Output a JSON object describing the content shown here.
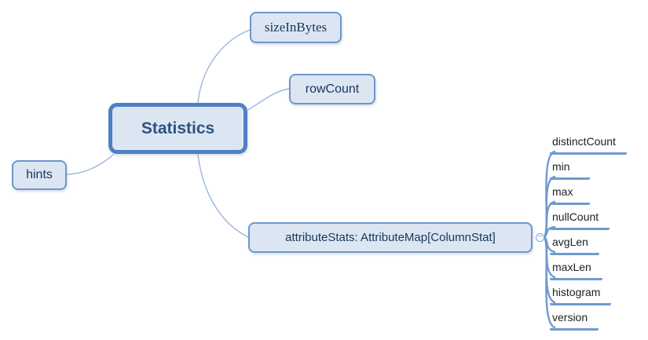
{
  "diagram": {
    "root": {
      "label": "Statistics"
    },
    "branches": [
      {
        "id": "sizeInBytes",
        "label": "sizeInBytes"
      },
      {
        "id": "rowCount",
        "label": "rowCount"
      },
      {
        "id": "hints",
        "label": "hints"
      },
      {
        "id": "attributeStats",
        "label": "attributeStats: AttributeMap[ColumnStat]",
        "collapse_symbol": "−",
        "children": [
          "distinctCount",
          "min",
          "max",
          "nullCount",
          "avgLen",
          "maxLen",
          "histogram",
          "version"
        ]
      }
    ]
  },
  "colors": {
    "node_fill": "#dce6f2",
    "node_border": "#6d96ce",
    "root_border": "#4e81c4",
    "node_text": "#17365d",
    "root_text": "#2e5380",
    "leaf_text": "#202028",
    "branch_line": "#6f9ad0",
    "connector_line": "#9bb5da",
    "canvas_bg": "#ffffff"
  }
}
